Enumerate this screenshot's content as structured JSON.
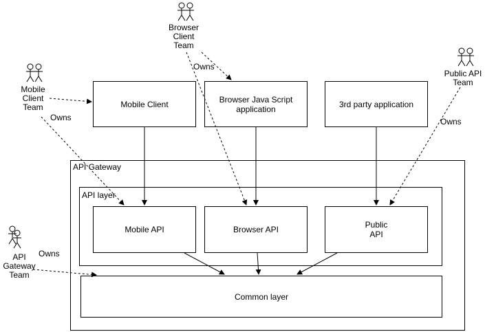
{
  "containers": {
    "api_gateway": "API Gateway",
    "api_layer": "API layer"
  },
  "boxes": {
    "mobile_client": "Mobile Client",
    "browser_js_app": "Browser Java Script\napplication",
    "third_party_app": "3rd party application",
    "mobile_api": "Mobile API",
    "browser_api": "Browser API",
    "public_api": "Public\nAPI",
    "common_layer": "Common layer"
  },
  "actors": {
    "mobile_team": "Mobile\nClient\nTeam",
    "browser_team": "Browser\nClient\nTeam",
    "public_api_team": "Public API\nTeam",
    "api_gateway_team": "API\nGateway\nTeam"
  },
  "edge_labels": {
    "mobile_owns": "Owns",
    "browser_owns": "Owns",
    "public_owns": "Owns",
    "gateway_owns": "Owns"
  }
}
